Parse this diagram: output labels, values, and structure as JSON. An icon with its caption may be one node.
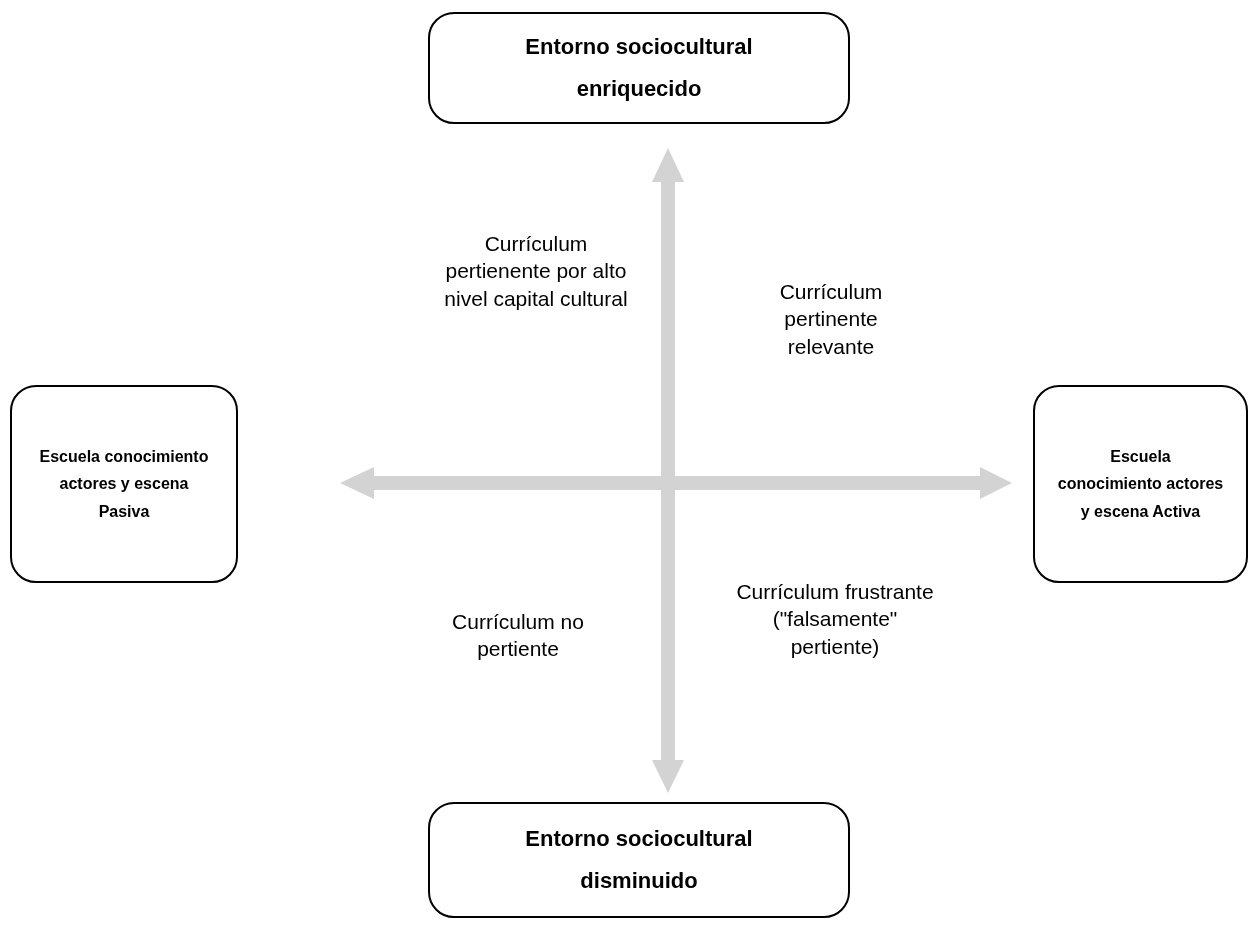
{
  "diagram": {
    "nodes": [
      {
        "text": [
          "Entorno sociocultural enriquecido"
        ]
      },
      {
        "text": [
          "Escuela conocimiento actores y escena Pasiva"
        ]
      },
      {
        "text": [
          "Escuela conocimiento actores y escena Activa"
        ]
      },
      {
        "text": [
          "Entorno sociocultural disminuido"
        ]
      }
    ],
    "labels": [
      "Currículum pertienente por alto nivel capital cultural",
      "Currículum pertinente relevante",
      "Currículum no pertiente",
      "Currículum frustrante (\"falsamente\" pertiente)"
    ]
  }
}
